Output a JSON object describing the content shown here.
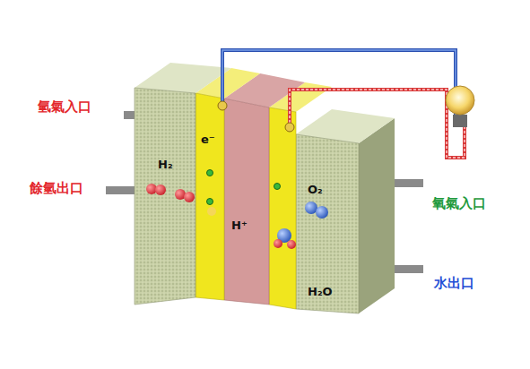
{
  "diagram": {
    "labels": [
      "氫氣入口",
      "餘氫出口",
      "氧氣入口",
      "水出口",
      "H₂",
      "e⁻",
      "H⁺",
      "O₂",
      "H₂O"
    ]
  }
}
